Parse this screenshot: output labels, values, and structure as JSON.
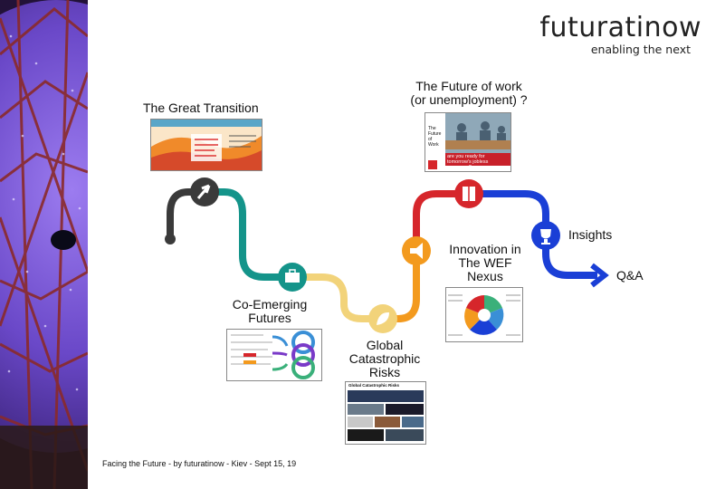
{
  "logo": {
    "name": "futuratinow",
    "tagline": "enabling the next"
  },
  "milestones": [
    {
      "label_lines": [
        "The Great Transition"
      ],
      "icon": "rocket-icon",
      "color": "#3a3a3a"
    },
    {
      "label_lines": [
        "Co-Emerging",
        "Futures"
      ],
      "icon": "briefcase-icon",
      "color": "#14948a"
    },
    {
      "label_lines": [
        "Global",
        "Catastrophic",
        "Risks"
      ],
      "icon": "leaf-icon",
      "color": "#f2d37a"
    },
    {
      "label_lines": [
        "Innovation in",
        "The WEF",
        "Nexus"
      ],
      "icon": "megaphone-icon",
      "color": "#f39a1e"
    },
    {
      "label_lines": [
        "The Future of work",
        "(or unemployment) ?"
      ],
      "icon": "book-icon",
      "color": "#d6262b"
    },
    {
      "label_lines": [
        "Insights"
      ],
      "icon": "trophy-icon",
      "color": "#1a3fd6"
    },
    {
      "label_lines": [
        "Q&A"
      ],
      "icon": "arrow-icon",
      "color": "#1a3fd6"
    }
  ],
  "thumbnails": {
    "future_of_work": {
      "title_lines": [
        "The",
        "Future",
        "of",
        "Work"
      ],
      "banner": "are you ready for tomorrow's jobless economy ?"
    },
    "global_risks": {
      "title": "Global Catastrophic Risks"
    }
  },
  "footer": "Facing the Future - by futuratinow - Kiev - Sept 15, 19"
}
